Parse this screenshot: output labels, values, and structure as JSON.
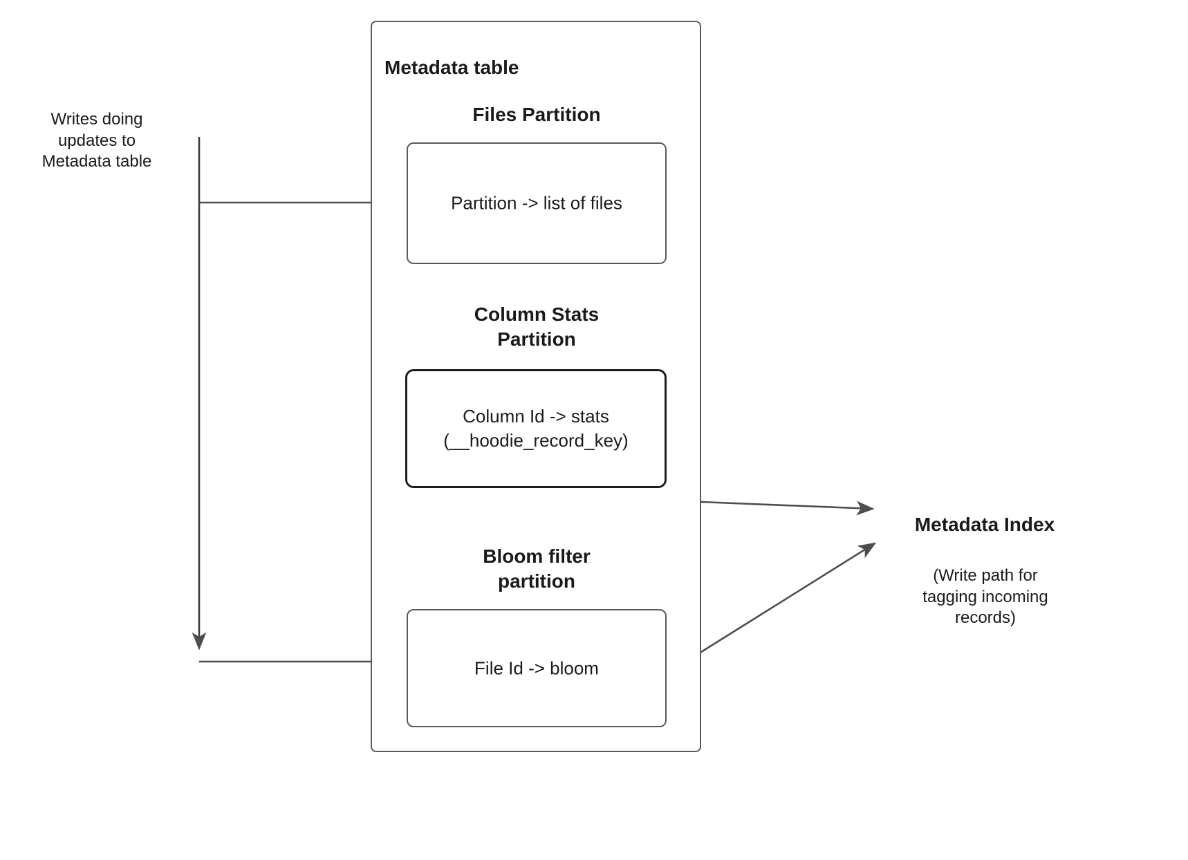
{
  "diagram": {
    "title": "Hudi Metadata table / Metadata Index diagram",
    "colors": {
      "stroke": "#5a5a5a",
      "stroke_dark": "#1d1d1d",
      "text": "#1a1a1a",
      "background": "#ffffff"
    }
  },
  "left_label": {
    "text": "Writes doing\nupdates to\nMetadata table"
  },
  "metadata_table": {
    "title": "Metadata table",
    "partitions": [
      {
        "id": "files",
        "heading": "Files Partition",
        "box_text": "Partition -> list of files"
      },
      {
        "id": "column-stats",
        "heading": "Column Stats\nPartition",
        "box_text": "Column Id  -> stats\n(__hoodie_record_key)"
      },
      {
        "id": "bloom-filter",
        "heading": "Bloom filter\npartition",
        "box_text": "File Id -> bloom"
      }
    ]
  },
  "metadata_index": {
    "title": "Metadata Index",
    "caption": "(Write path for\ntagging incoming\nrecords)"
  }
}
